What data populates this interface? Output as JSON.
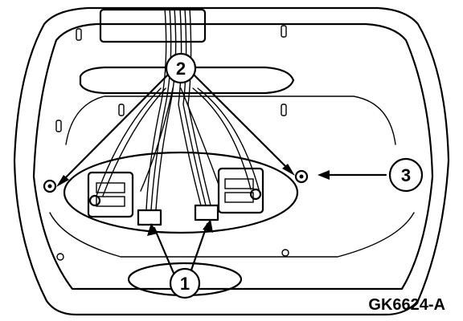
{
  "figure_id": "GK6624-A",
  "callouts": [
    {
      "label": "1"
    },
    {
      "label": "2"
    },
    {
      "label": "3"
    }
  ]
}
